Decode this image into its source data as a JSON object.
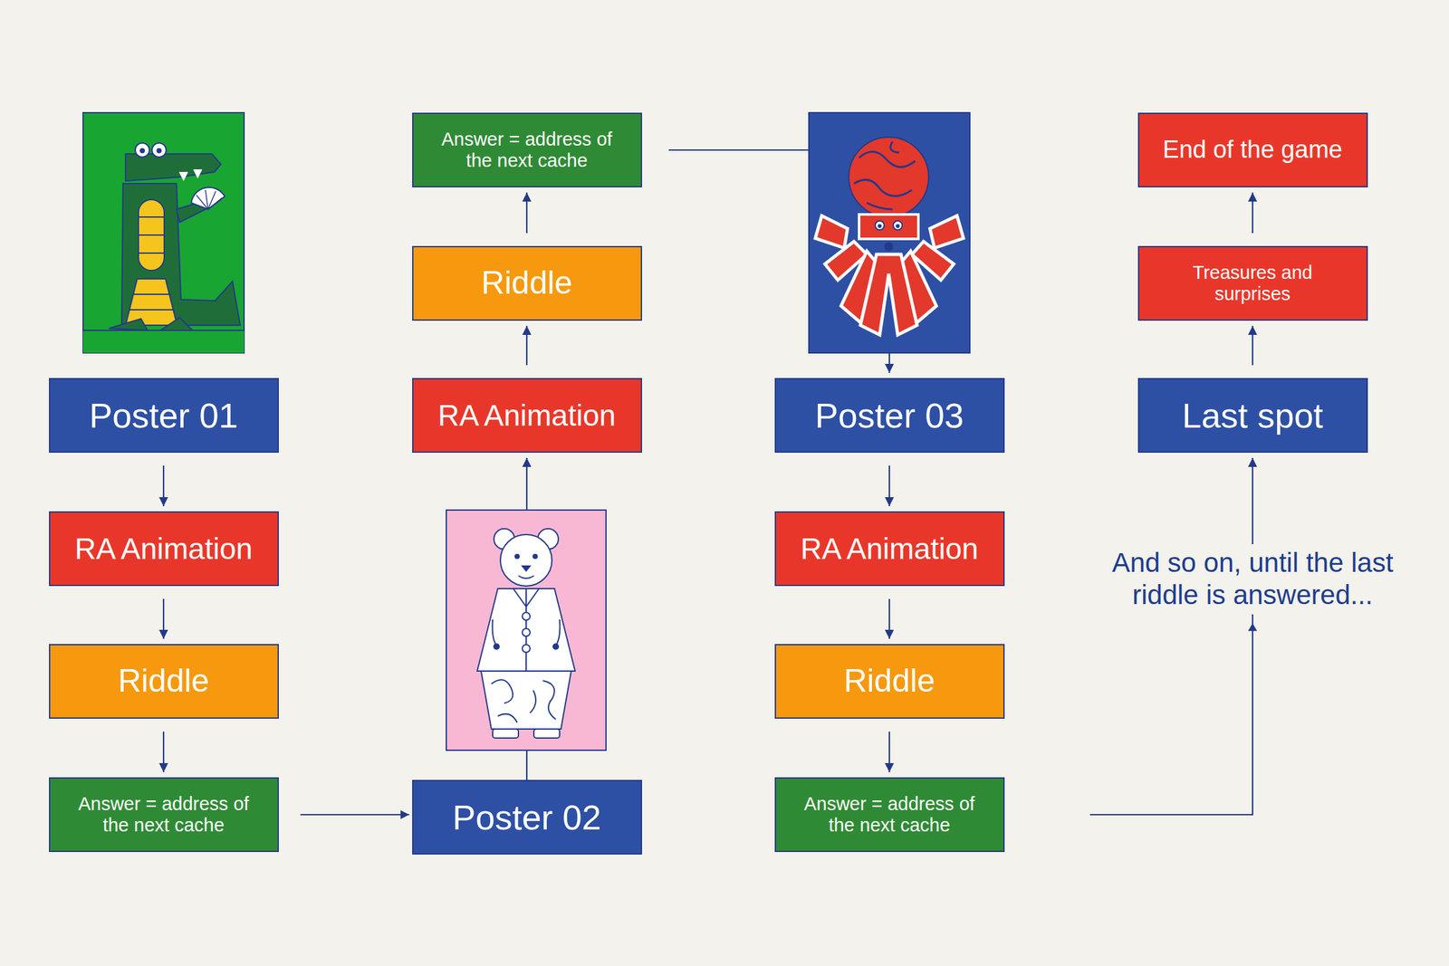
{
  "diagram": {
    "nodes": [
      {
        "text": [
          "Poster 01"
        ]
      },
      {
        "text": [
          "RA Animation"
        ]
      },
      {
        "text": [
          "Riddle"
        ]
      },
      {
        "text": [
          "Answer = address of the next cache"
        ]
      },
      {
        "text": [
          "Poster 02"
        ]
      },
      {
        "text": [
          "RA Animation"
        ]
      },
      {
        "text": [
          "Riddle"
        ]
      },
      {
        "text": [
          "Answer = address of the next cache"
        ]
      },
      {
        "text": [
          "Poster 03"
        ]
      },
      {
        "text": [
          "RA Animation"
        ]
      },
      {
        "text": [
          "Riddle"
        ]
      },
      {
        "text": [
          "Answer = address of the next cache"
        ]
      },
      {
        "text": [
          "Last spot"
        ]
      },
      {
        "text": [
          "Treasures and surprises"
        ]
      },
      {
        "text": [
          "End of the game"
        ]
      }
    ],
    "edges": [
      {
        "from": 0,
        "to": 1,
        "arrow": "to"
      },
      {
        "from": 1,
        "to": 2,
        "arrow": "to"
      },
      {
        "from": 2,
        "to": 3,
        "arrow": "to"
      },
      {
        "from": 3,
        "to": 4,
        "arrow": "to"
      },
      {
        "from": 4,
        "to": 5,
        "arrow": "to"
      },
      {
        "from": 5,
        "to": 6,
        "arrow": "to"
      },
      {
        "from": 6,
        "to": 7,
        "arrow": "to"
      },
      {
        "from": 7,
        "to": 8,
        "arrow": "to"
      },
      {
        "from": 8,
        "to": 9,
        "arrow": "to"
      },
      {
        "from": 9,
        "to": 10,
        "arrow": "to"
      },
      {
        "from": 10,
        "to": 11,
        "arrow": "to"
      },
      {
        "from": 11,
        "to": 12,
        "arrow": "to"
      },
      {
        "from": 12,
        "to": 13,
        "arrow": "to"
      },
      {
        "from": 13,
        "to": 14,
        "arrow": "to"
      }
    ],
    "labels": [
      "And so on, until the last riddle is answered..."
    ]
  }
}
